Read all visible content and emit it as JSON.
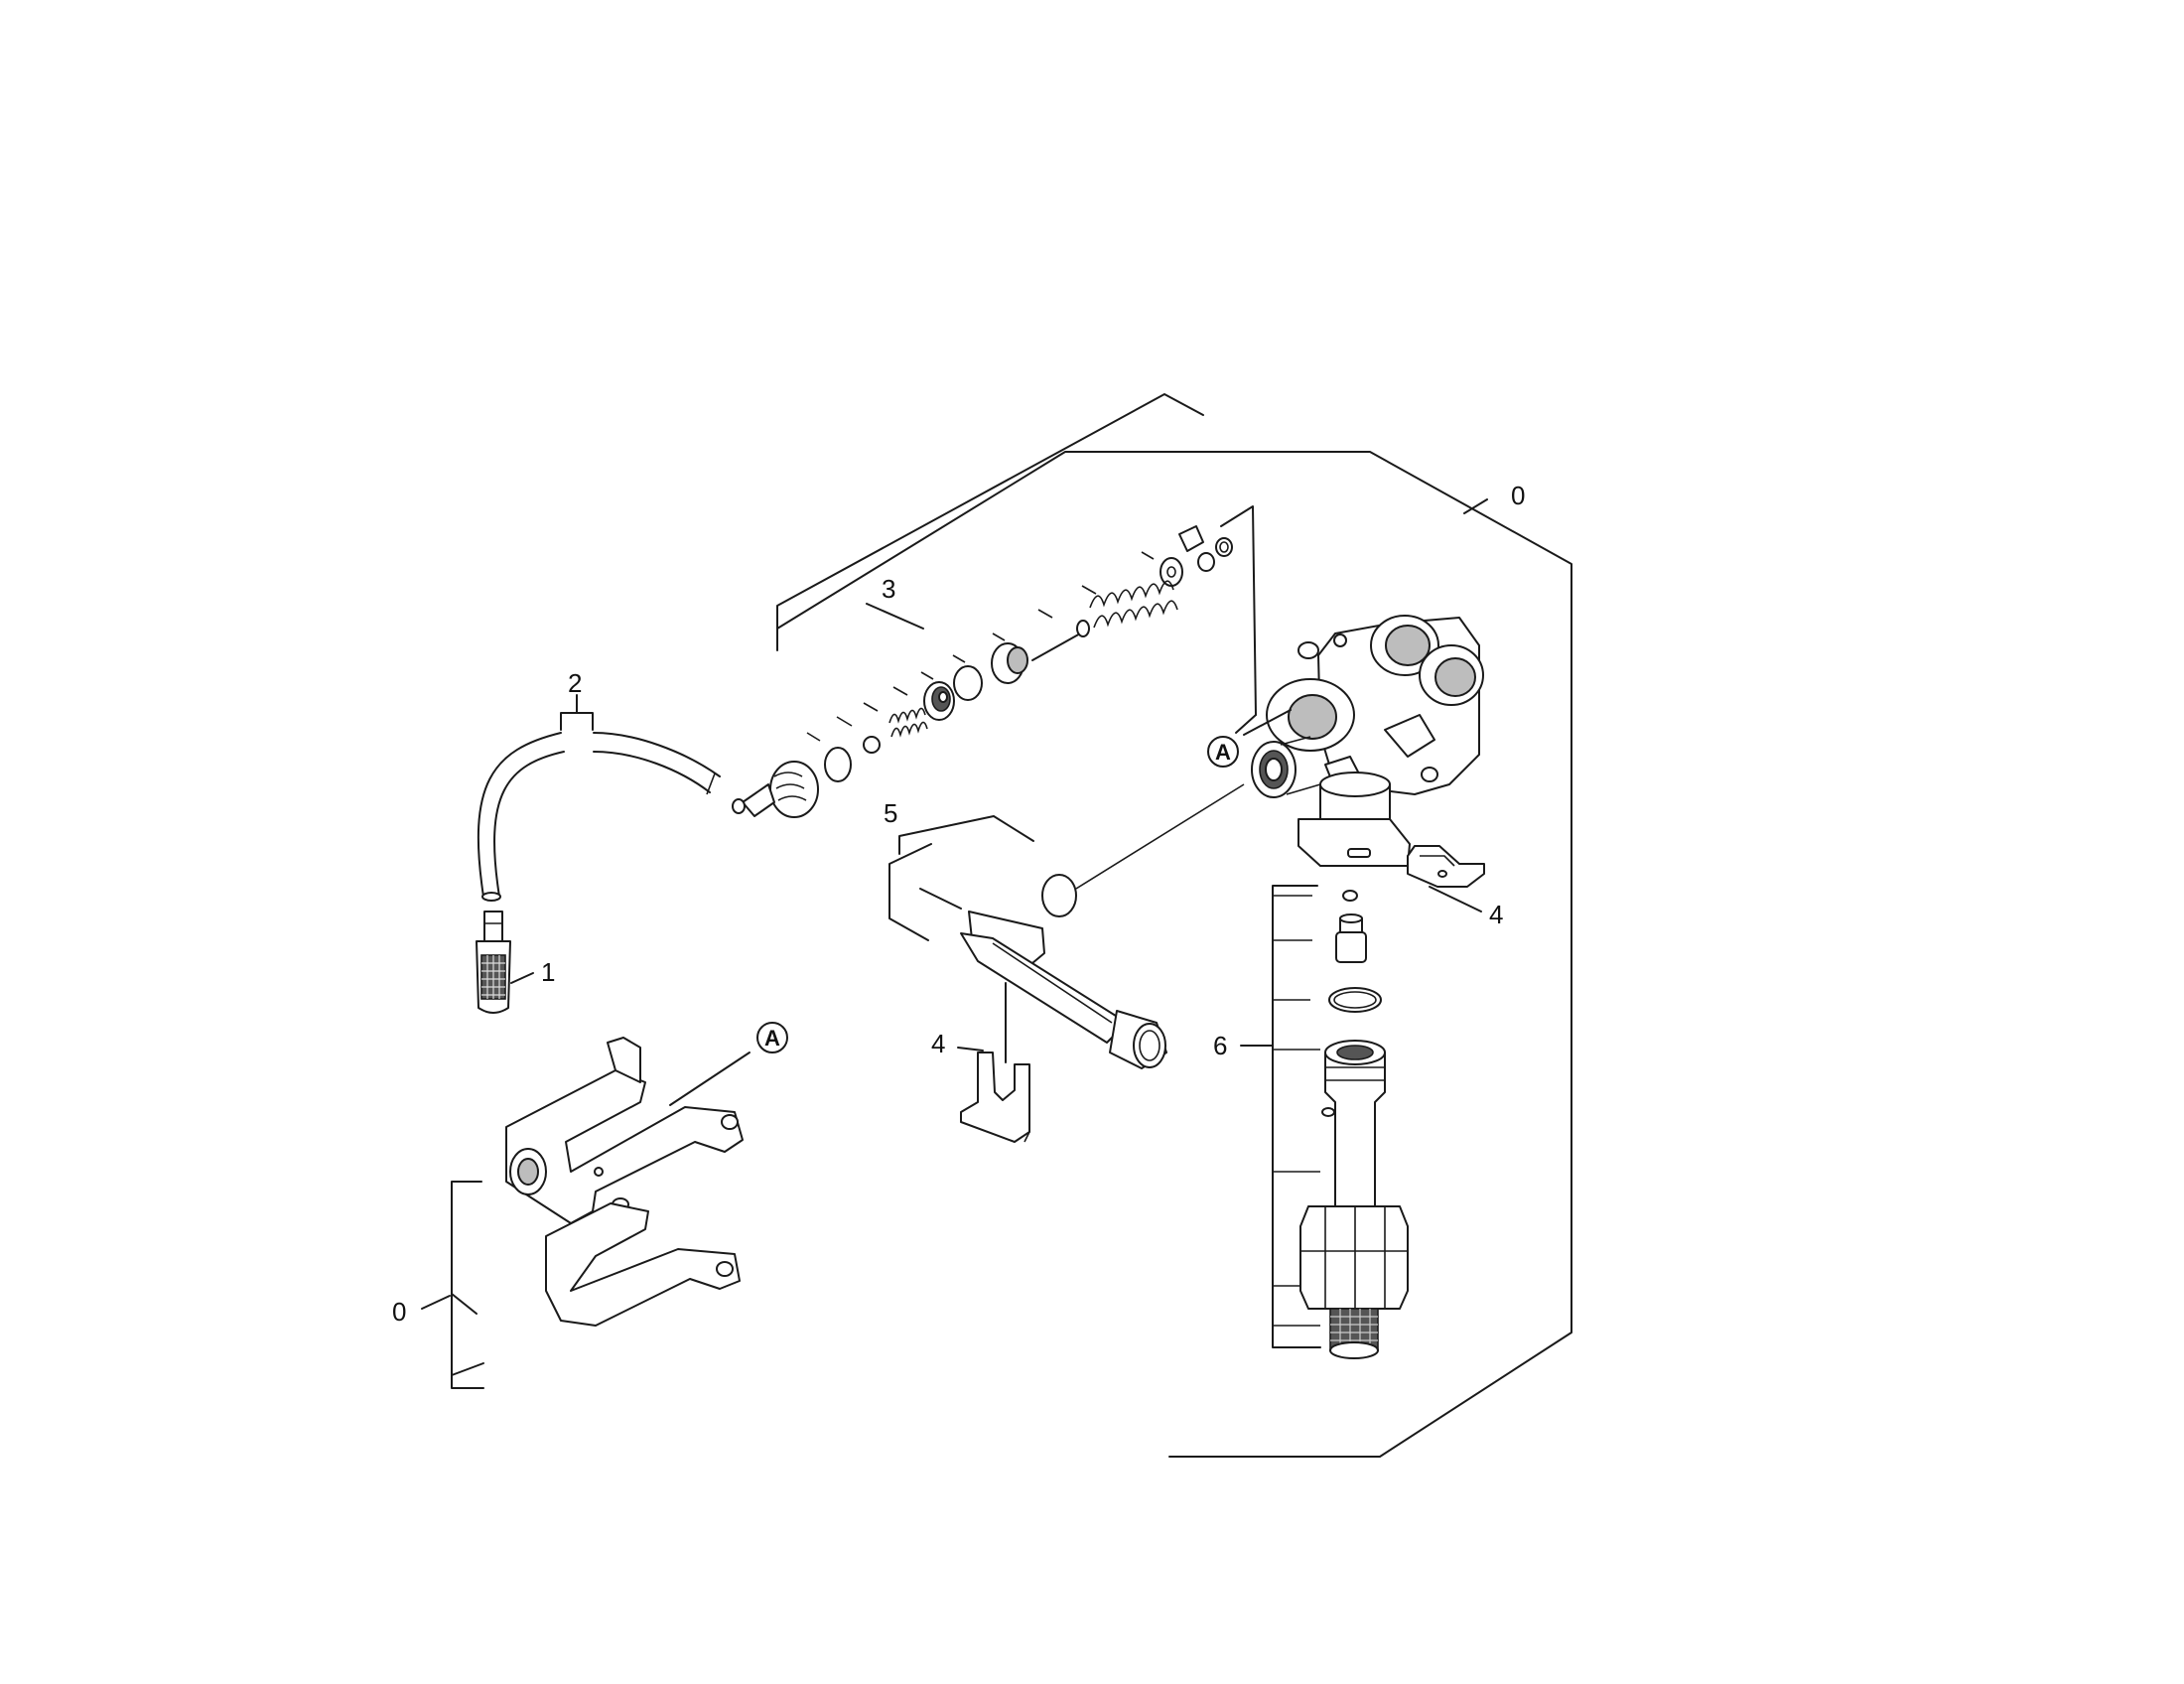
{
  "callouts": {
    "assembly_top": "0",
    "assembly_bracket": "0",
    "strainer": "1",
    "hose": "2",
    "valve_kit": "3",
    "clip_right": "4",
    "clip_left": "4",
    "pipe_kit": "5",
    "suction_kit": "6"
  },
  "ref_marks": {
    "pump_connection": "A",
    "bracket_connection": "A"
  }
}
